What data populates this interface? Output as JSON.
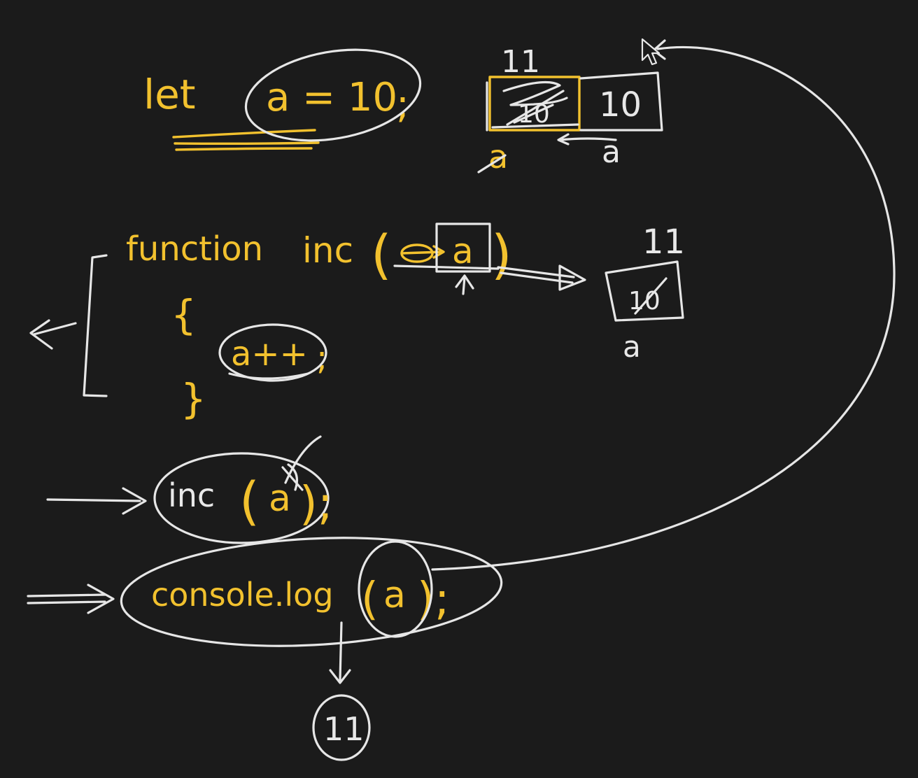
{
  "code": {
    "let_keyword": "let",
    "declaration": "a = 10",
    "decl_semicolon": ";",
    "function_keyword": "function",
    "function_name": "inc",
    "open_paren": "(",
    "param": "a",
    "close_paren": ")",
    "open_brace": "{",
    "body_statement": "a++",
    "body_semicolon": ";",
    "close_brace": "}",
    "call_name": "inc",
    "call_arg": "a",
    "call_close": ");",
    "log_call": "console.log",
    "log_arg": "a",
    "log_close": ");"
  },
  "memory": {
    "global_box_old_value": "10",
    "global_box_new_value": "11",
    "global_var_label": "a",
    "copy_box_value": "10",
    "copy_var_label": "a",
    "param_box_old_value": "10",
    "param_box_new_value": "11",
    "param_var_label": "a"
  },
  "output": {
    "console_result": "11"
  },
  "colors": {
    "background": "#1b1b1b",
    "code_ink": "#f2c12e",
    "annotation_ink": "#e6e6e6"
  }
}
